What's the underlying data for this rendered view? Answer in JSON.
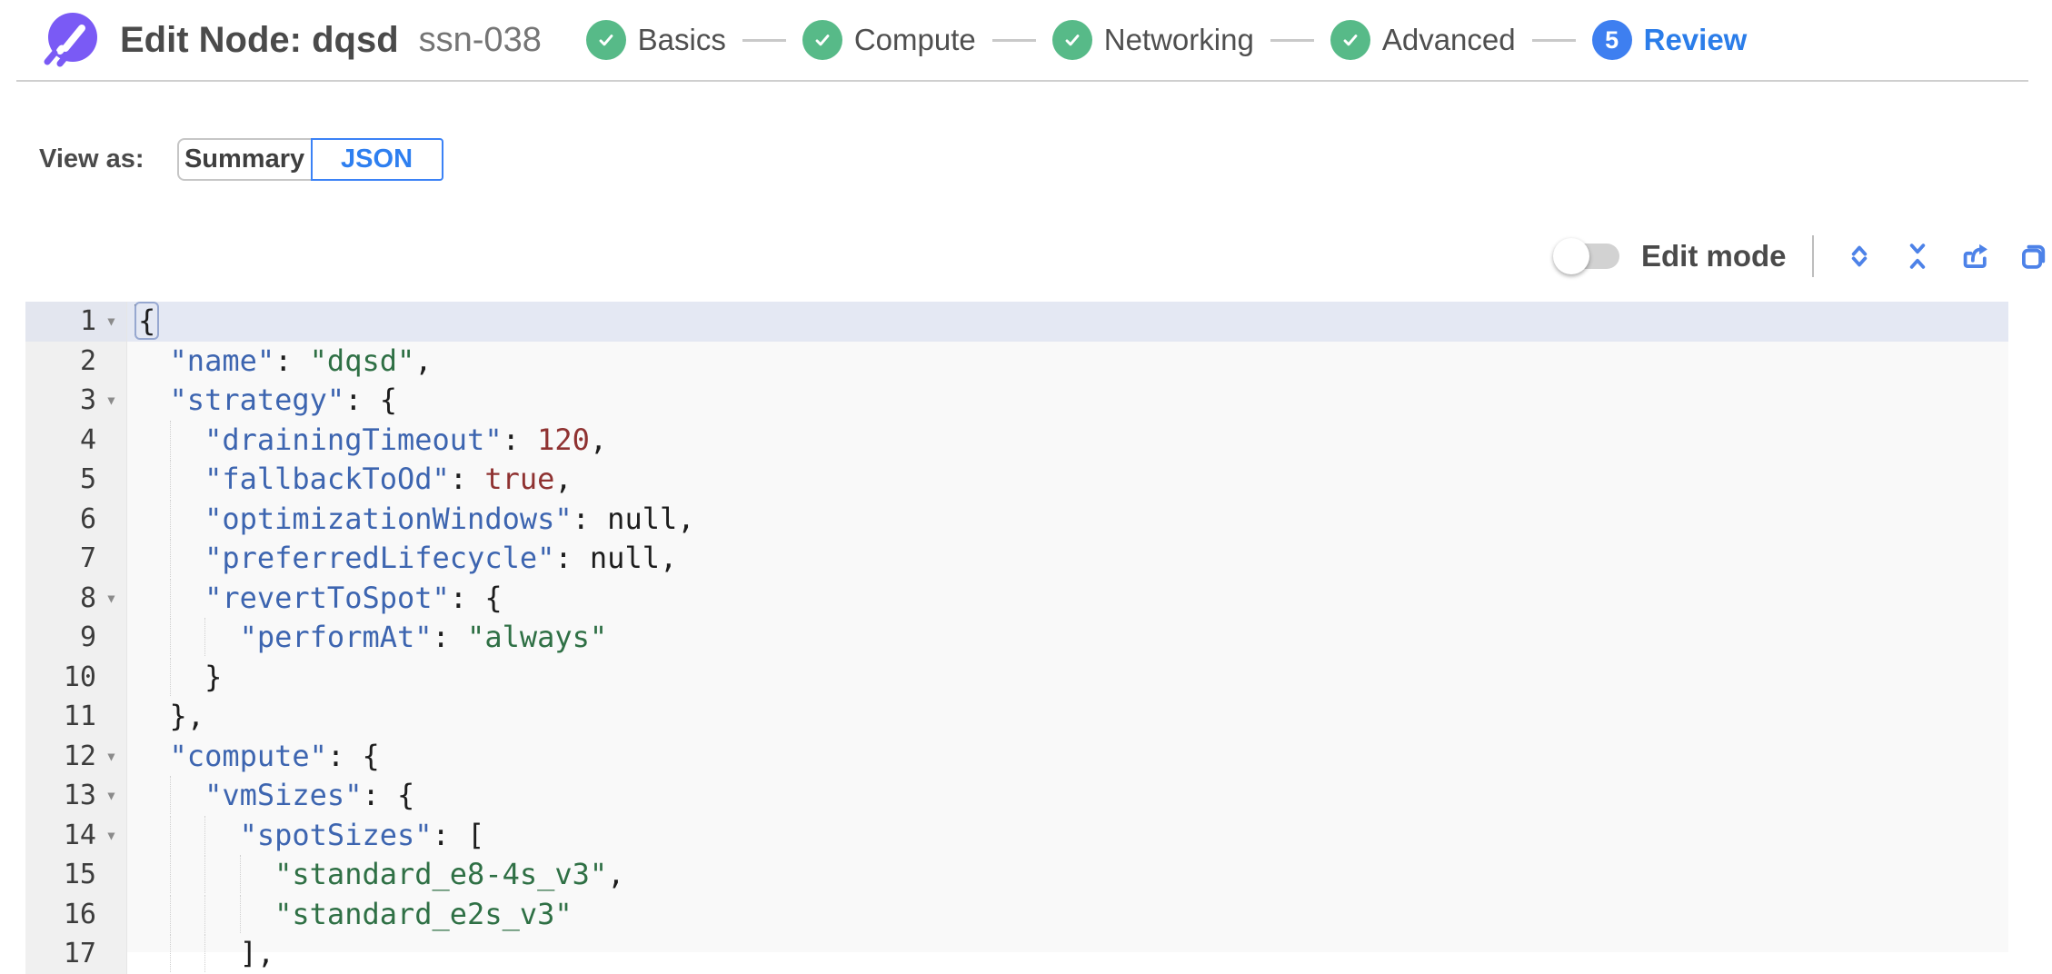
{
  "header": {
    "title": "Edit Node: dqsd",
    "subtitle": "ssn-038",
    "logo": "spot-logo",
    "steps": [
      {
        "label": "Basics",
        "status": "complete"
      },
      {
        "label": "Compute",
        "status": "complete"
      },
      {
        "label": "Networking",
        "status": "complete"
      },
      {
        "label": "Advanced",
        "status": "complete"
      },
      {
        "label": "Review",
        "status": "current",
        "number": "5"
      }
    ]
  },
  "view_as": {
    "label": "View as:",
    "options": [
      {
        "label": "Summary",
        "active": false
      },
      {
        "label": "JSON",
        "active": true
      }
    ]
  },
  "editor_toolbar": {
    "edit_mode_label": "Edit mode",
    "edit_mode_on": false,
    "icons": [
      "expand-all-icon",
      "collapse-all-icon",
      "export-icon",
      "copy-icon"
    ]
  },
  "json_editor": {
    "active_line": 1,
    "lines": [
      {
        "n": 1,
        "fold": true,
        "indent": 0,
        "tokens": [
          [
            "punc",
            "{"
          ]
        ]
      },
      {
        "n": 2,
        "fold": false,
        "indent": 2,
        "tokens": [
          [
            "key",
            "\"name\""
          ],
          [
            "punc",
            ": "
          ],
          [
            "str",
            "\"dqsd\""
          ],
          [
            "punc",
            ","
          ]
        ]
      },
      {
        "n": 3,
        "fold": true,
        "indent": 2,
        "tokens": [
          [
            "key",
            "\"strategy\""
          ],
          [
            "punc",
            ": {"
          ]
        ]
      },
      {
        "n": 4,
        "fold": false,
        "indent": 4,
        "tokens": [
          [
            "key",
            "\"drainingTimeout\""
          ],
          [
            "punc",
            ": "
          ],
          [
            "num",
            "120"
          ],
          [
            "punc",
            ","
          ]
        ]
      },
      {
        "n": 5,
        "fold": false,
        "indent": 4,
        "tokens": [
          [
            "key",
            "\"fallbackToOd\""
          ],
          [
            "punc",
            ": "
          ],
          [
            "bool",
            "true"
          ],
          [
            "punc",
            ","
          ]
        ]
      },
      {
        "n": 6,
        "fold": false,
        "indent": 4,
        "tokens": [
          [
            "key",
            "\"optimizationWindows\""
          ],
          [
            "punc",
            ": "
          ],
          [
            "null",
            "null"
          ],
          [
            "punc",
            ","
          ]
        ]
      },
      {
        "n": 7,
        "fold": false,
        "indent": 4,
        "tokens": [
          [
            "key",
            "\"preferredLifecycle\""
          ],
          [
            "punc",
            ": "
          ],
          [
            "null",
            "null"
          ],
          [
            "punc",
            ","
          ]
        ]
      },
      {
        "n": 8,
        "fold": true,
        "indent": 4,
        "tokens": [
          [
            "key",
            "\"revertToSpot\""
          ],
          [
            "punc",
            ": {"
          ]
        ]
      },
      {
        "n": 9,
        "fold": false,
        "indent": 6,
        "tokens": [
          [
            "key",
            "\"performAt\""
          ],
          [
            "punc",
            ": "
          ],
          [
            "str",
            "\"always\""
          ]
        ]
      },
      {
        "n": 10,
        "fold": false,
        "indent": 4,
        "tokens": [
          [
            "punc",
            "}"
          ]
        ]
      },
      {
        "n": 11,
        "fold": false,
        "indent": 2,
        "tokens": [
          [
            "punc",
            "},"
          ]
        ]
      },
      {
        "n": 12,
        "fold": true,
        "indent": 2,
        "tokens": [
          [
            "key",
            "\"compute\""
          ],
          [
            "punc",
            ": {"
          ]
        ]
      },
      {
        "n": 13,
        "fold": true,
        "indent": 4,
        "tokens": [
          [
            "key",
            "\"vmSizes\""
          ],
          [
            "punc",
            ": {"
          ]
        ]
      },
      {
        "n": 14,
        "fold": true,
        "indent": 6,
        "tokens": [
          [
            "key",
            "\"spotSizes\""
          ],
          [
            "punc",
            ": ["
          ]
        ]
      },
      {
        "n": 15,
        "fold": false,
        "indent": 8,
        "tokens": [
          [
            "str",
            "\"standard_e8-4s_v3\""
          ],
          [
            "punc",
            ","
          ]
        ]
      },
      {
        "n": 16,
        "fold": false,
        "indent": 8,
        "tokens": [
          [
            "str",
            "\"standard_e2s_v3\""
          ]
        ]
      },
      {
        "n": 17,
        "fold": false,
        "indent": 6,
        "tokens": [
          [
            "punc",
            "],"
          ]
        ]
      }
    ]
  },
  "colors": {
    "accent_blue": "#2e7ff0",
    "step_green": "#57ba88",
    "logo_purple": "#7a5af5",
    "json_key": "#3d65b0",
    "json_string": "#2f7045",
    "json_number": "#8f3231",
    "active_line_bg": "#e4e8f3"
  }
}
